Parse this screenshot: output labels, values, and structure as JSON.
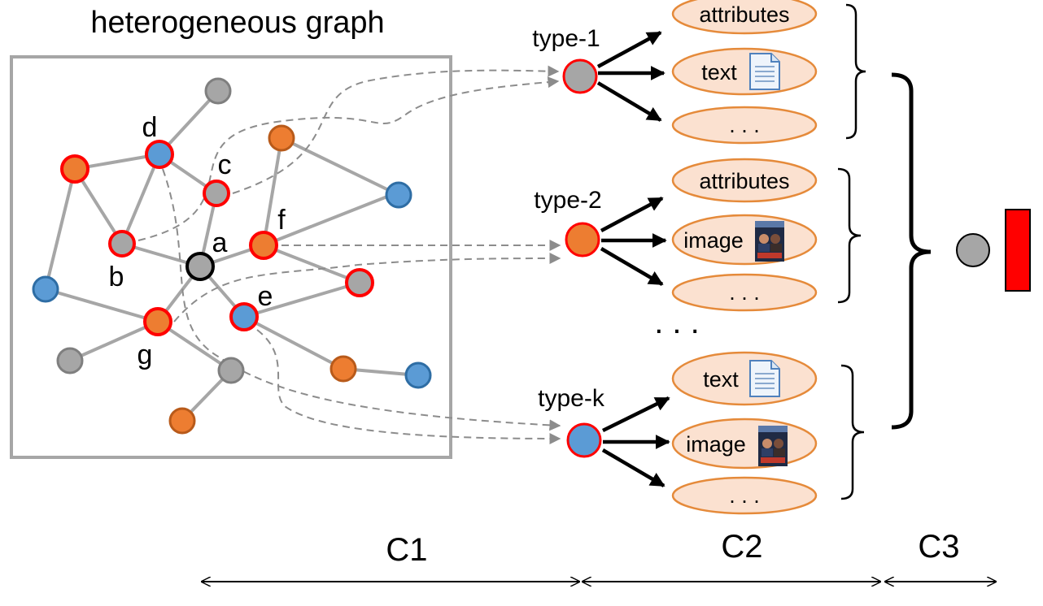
{
  "title": "heterogeneous graph",
  "colors": {
    "gray": "#a6a6a6",
    "orange": "#ed7d31",
    "blue": "#5b9bd5",
    "red_ring": "#ff0000",
    "black_ring": "#000000",
    "ellipse_fill": "#fbe1d0",
    "ellipse_border": "#e58a3a",
    "embedding_bar": "#ff0000"
  },
  "graph": {
    "node_labels": {
      "a": "a",
      "b": "b",
      "c": "c",
      "d": "d",
      "e": "e",
      "f": "f",
      "g": "g"
    }
  },
  "types": [
    {
      "label": "type-1",
      "node_color": "gray",
      "contents": [
        {
          "text": "attributes",
          "icon": ""
        },
        {
          "text": "text",
          "icon": "document-icon"
        },
        {
          "text": ". . .",
          "icon": ""
        }
      ]
    },
    {
      "label": "type-2",
      "node_color": "orange",
      "contents": [
        {
          "text": "attributes",
          "icon": ""
        },
        {
          "text": "image",
          "icon": "image-icon"
        },
        {
          "text": ". . .",
          "icon": ""
        }
      ]
    },
    {
      "label": "type-k",
      "node_color": "blue",
      "contents": [
        {
          "text": "text",
          "icon": "document-icon"
        },
        {
          "text": "image",
          "icon": "image-icon"
        },
        {
          "text": ". . .",
          "icon": ""
        }
      ]
    }
  ],
  "between_types_ellipsis": ". . .",
  "output": {
    "node_color": "gray",
    "embedding_color": "red"
  },
  "dimensions": {
    "c1": "C1",
    "c2": "C2",
    "c3": "C3"
  }
}
